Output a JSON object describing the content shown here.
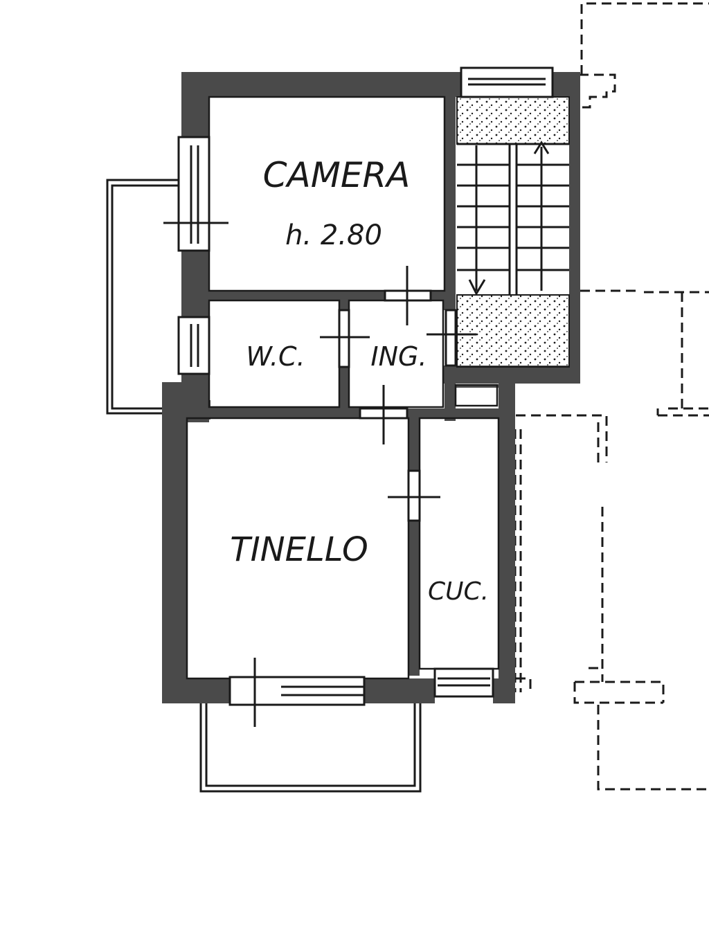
{
  "rooms": {
    "camera": {
      "name": "CAMERA",
      "height": "h. 2.80"
    },
    "wc": {
      "name": "W.C."
    },
    "ing": {
      "name": "ING."
    },
    "tinello": {
      "name": "TINELLO"
    },
    "cuc": {
      "name": "CUC."
    }
  },
  "colors": {
    "wall": "#4a4a4a",
    "line": "#1a1a1a",
    "background": "#ffffff"
  }
}
